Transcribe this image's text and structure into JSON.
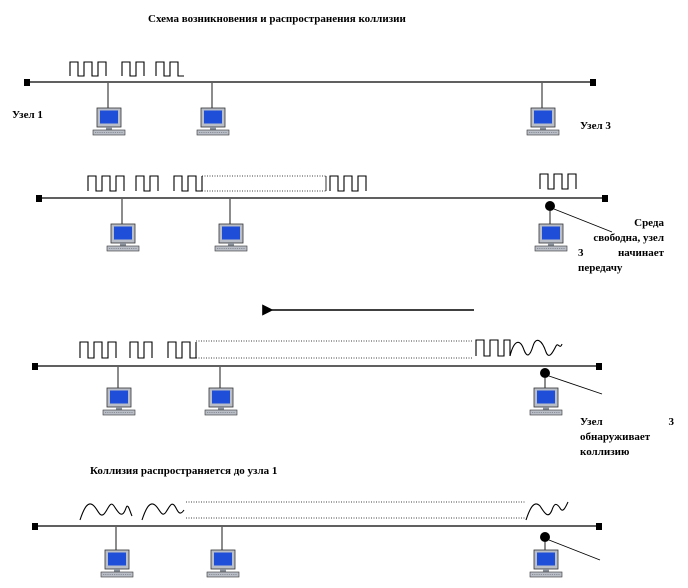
{
  "diagram": {
    "title": "Схема возникновения и распространения коллизии",
    "node1_label": "Узел 1",
    "node3_label": "Узел 3",
    "note_free": {
      "line1": "Среда",
      "line2": "свободна, узел",
      "line3": "3 начинает",
      "line4": "передачу"
    },
    "note_detect": {
      "line1": "Узел 3",
      "line2": "обнаруживает",
      "line3": "коллизию"
    },
    "note_spread": "Коллизия распространяется до узла 1"
  },
  "colors": {
    "line": "#000000",
    "monitor_screen": "#1f4fd8",
    "monitor_body": "#b9bec7"
  },
  "icons": [
    "computer-icon",
    "bus-terminator",
    "bus-tap-point",
    "arrow-left-icon"
  ]
}
